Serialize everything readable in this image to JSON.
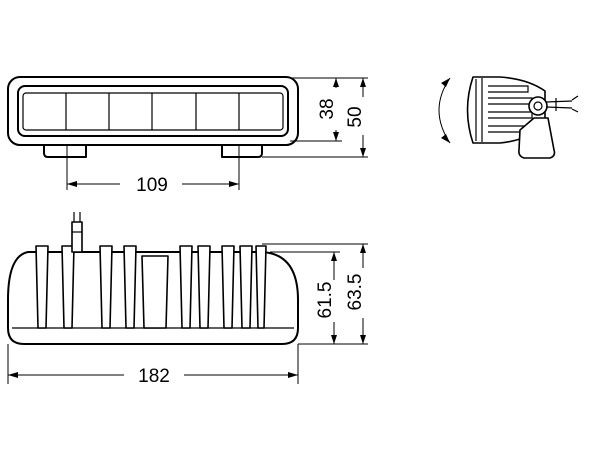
{
  "dimensions": {
    "width_109": "109",
    "height_38": "38",
    "height_50": "50",
    "height_61_5": "61.5",
    "height_63_5": "63.5",
    "length_182": "182"
  },
  "colors": {
    "line": "#000000",
    "background": "#ffffff"
  }
}
